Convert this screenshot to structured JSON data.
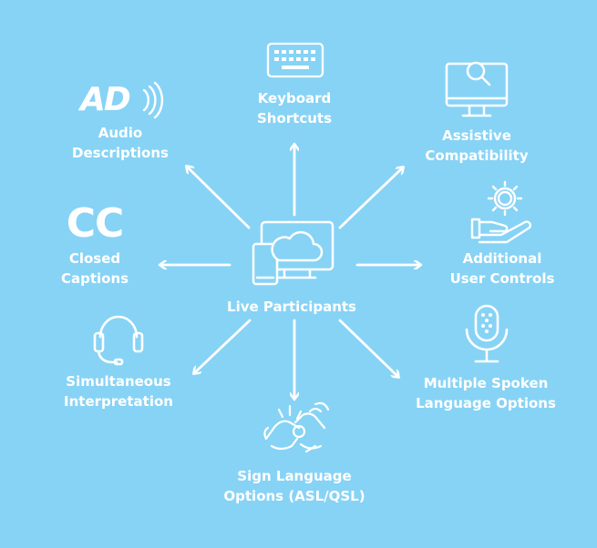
{
  "colors": {
    "background": "#87d3f5",
    "foreground": "#ffffff"
  },
  "center": {
    "label": "Live Participants",
    "icon": "cloud-devices-icon"
  },
  "features": [
    {
      "id": "keyboard",
      "icon": "keyboard-icon",
      "line1": "Keyboard",
      "line2": "Shortcuts"
    },
    {
      "id": "assistive",
      "icon": "monitor-magnifier-icon",
      "line1": "Assistive",
      "line2": "Compatibility"
    },
    {
      "id": "controls",
      "icon": "hand-gear-icon",
      "line1": "Additional",
      "line2": "User Controls"
    },
    {
      "id": "spoken",
      "icon": "microphone-icon",
      "line1": "Multiple Spoken",
      "line2": "Language Options"
    },
    {
      "id": "sign",
      "icon": "sign-language-hands-icon",
      "line1": "Sign Language",
      "line2": "Options (ASL/QSL)"
    },
    {
      "id": "interpretation",
      "icon": "headset-icon",
      "line1": "Simultaneous",
      "line2": "Interpretation"
    },
    {
      "id": "captions",
      "icon": "closed-captions-icon",
      "icon_text": "CC",
      "line1": "Closed",
      "line2": "Captions"
    },
    {
      "id": "audio",
      "icon": "audio-description-icon",
      "icon_text": "AD",
      "line1": "Audio",
      "line2": "Descriptions"
    }
  ]
}
